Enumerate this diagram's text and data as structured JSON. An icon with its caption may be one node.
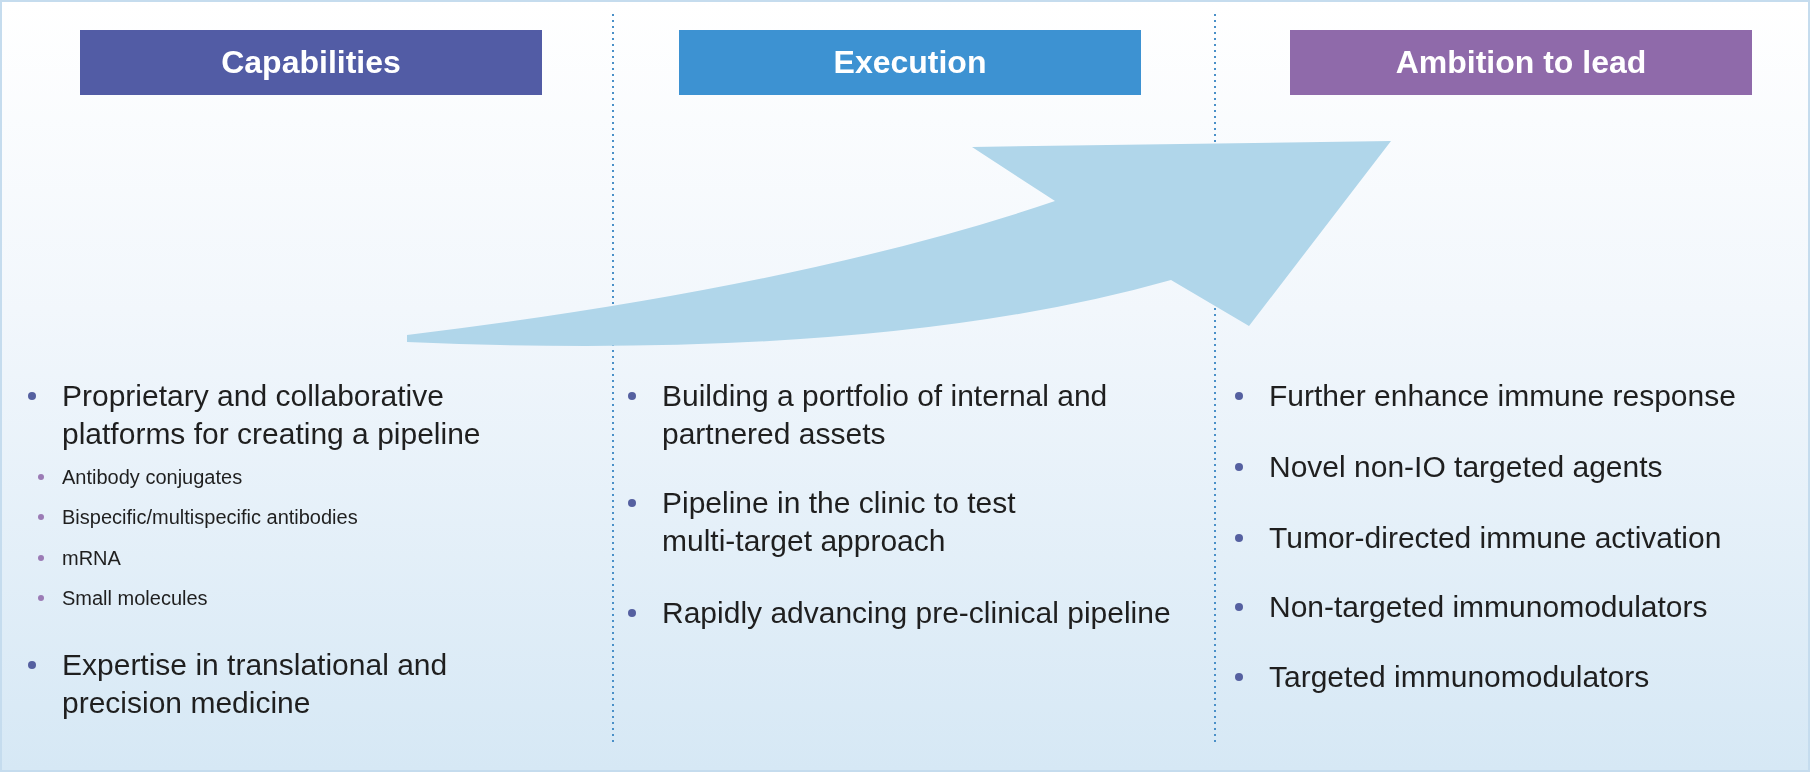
{
  "diagram": {
    "nodes": [
      {
        "text": [
          "Capabilities"
        ]
      },
      {
        "text": [
          "Execution"
        ]
      },
      {
        "text": [
          "Ambition to lead"
        ]
      }
    ],
    "labels": [
      "Proprietary and collaborative platforms for creating a pipeline",
      "Antibody conjugates",
      "Bispecific/multispecific antibodies",
      "mRNA",
      "Small molecules",
      "Expertise in translational and precision medicine",
      "Building a portfolio of internal and partnered assets",
      "Pipeline in the clinic to test multi-target approach",
      "Rapidly advancing pre-clinical pipeline",
      "Further enhance immune response",
      "Novel non-IO targeted agents",
      "Tumor-directed immune activation",
      "Non-targeted immunomodulators",
      "Targeted immunomodulators"
    ]
  }
}
